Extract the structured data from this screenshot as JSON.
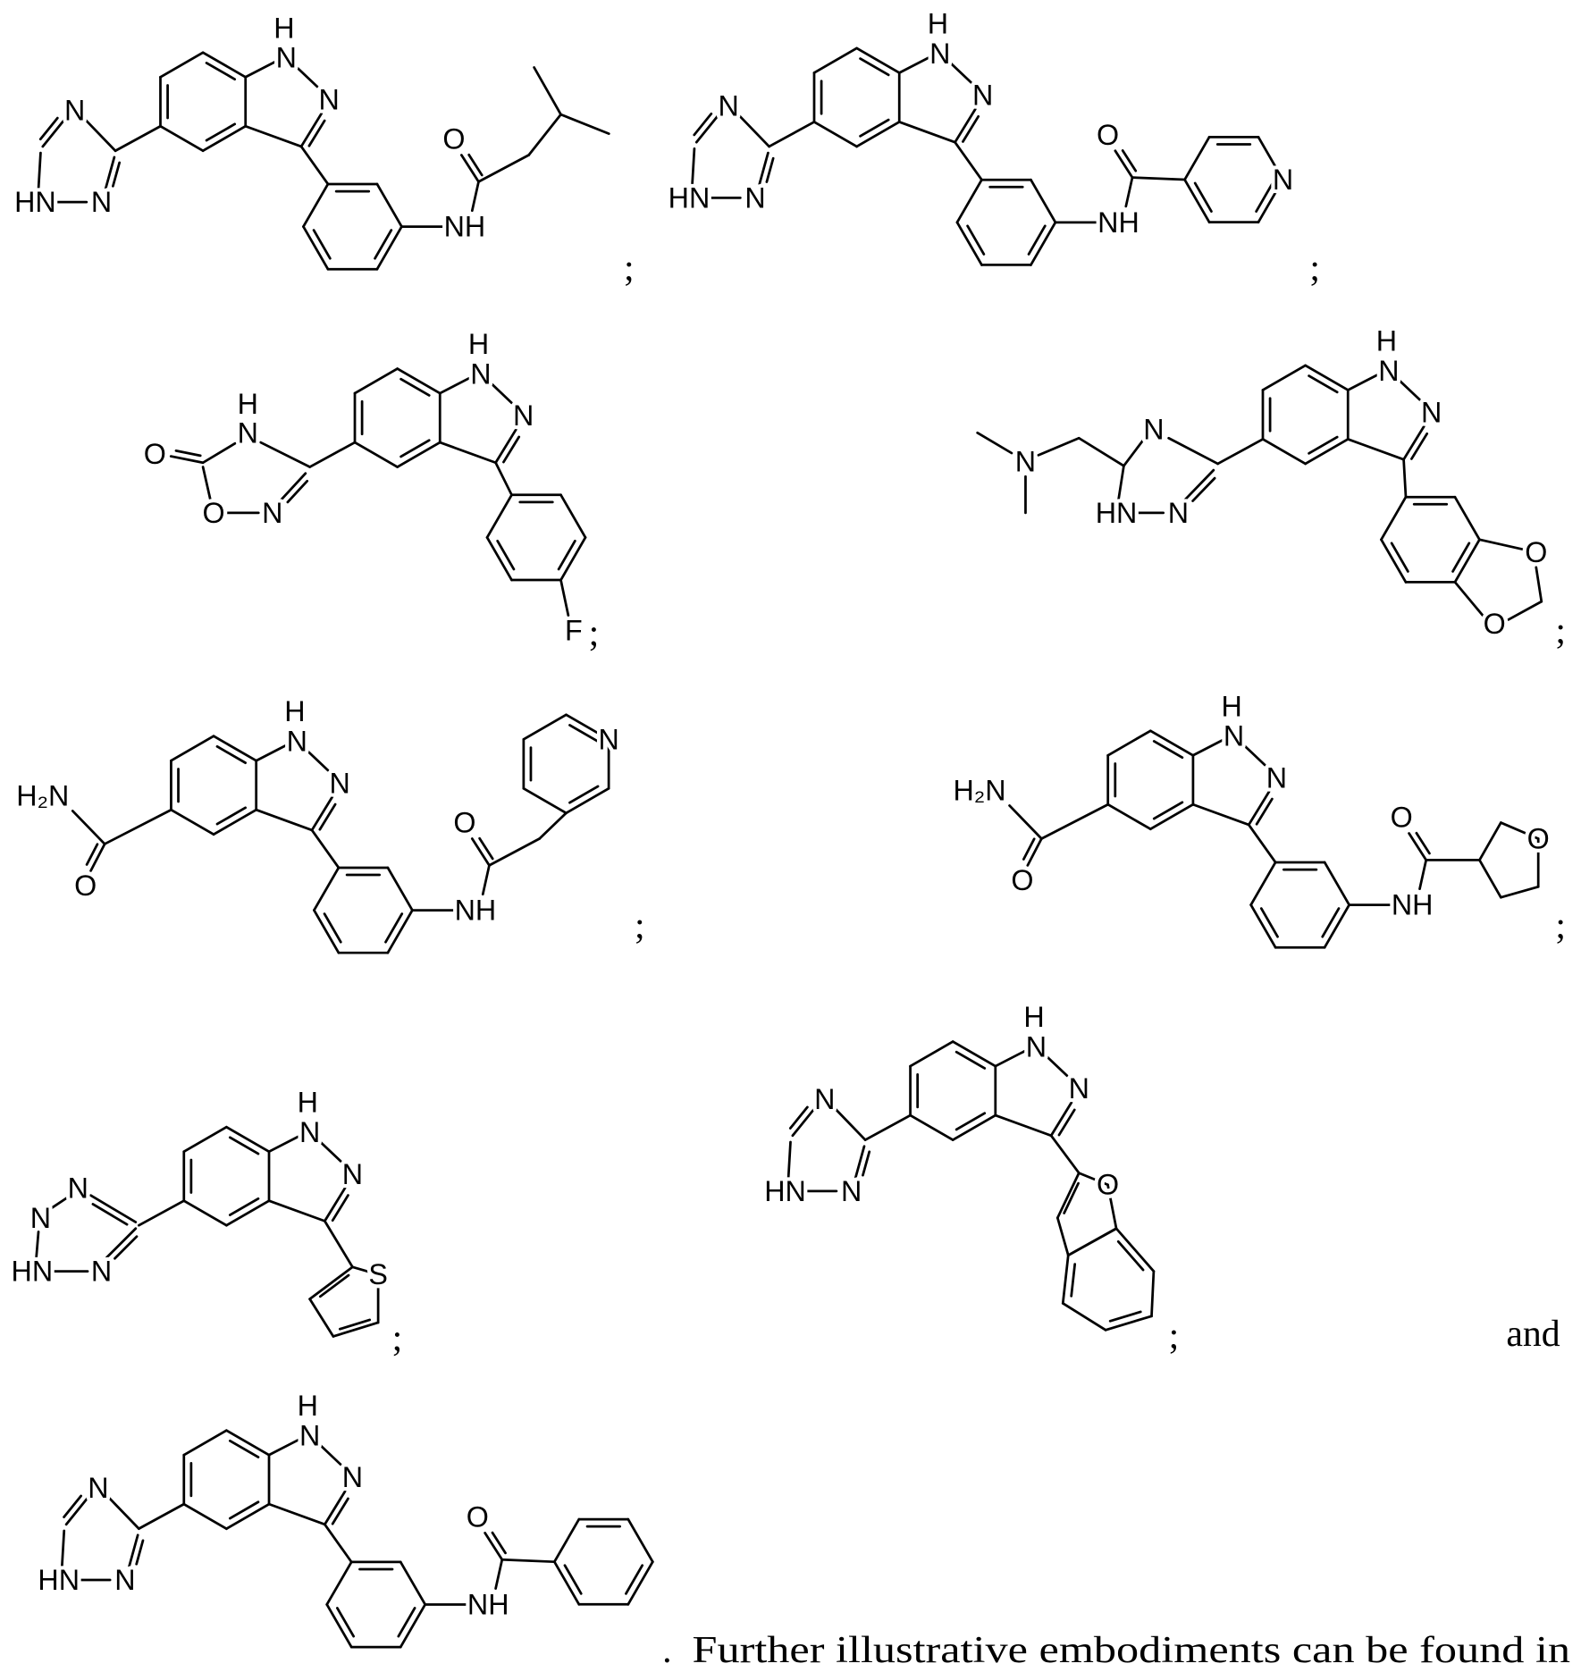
{
  "document": {
    "conjunction": "and",
    "closing_period": ".",
    "closing_text": "Further illustrative embodiments can be found in"
  },
  "compounds": [
    {
      "separator": ";",
      "atoms": [
        "H",
        "N",
        "N",
        "N",
        "HN",
        "N",
        "NH",
        "O"
      ]
    },
    {
      "separator": ";",
      "atoms": [
        "H",
        "N",
        "N",
        "N",
        "HN",
        "N",
        "NH",
        "O",
        "N"
      ]
    },
    {
      "separator": ";",
      "atoms": [
        "H",
        "N",
        "N",
        "H",
        "N",
        "O",
        "O",
        "N",
        "F"
      ]
    },
    {
      "separator": ";",
      "atoms": [
        "H",
        "N",
        "N",
        "N",
        "HN",
        "N",
        "N",
        "O",
        "O"
      ]
    },
    {
      "separator": ";",
      "atoms": [
        "H",
        "N",
        "N",
        "H₂N",
        "O",
        "NH",
        "O",
        "N"
      ]
    },
    {
      "separator": ";",
      "atoms": [
        "H",
        "N",
        "N",
        "H₂N",
        "O",
        "NH",
        "O",
        "O"
      ]
    },
    {
      "separator": ";",
      "atoms": [
        "H",
        "N",
        "N",
        "N",
        "N",
        "HN",
        "N",
        "S"
      ]
    },
    {
      "separator": ";",
      "atoms": [
        "H",
        "N",
        "N",
        "N",
        "HN",
        "N",
        "O"
      ]
    },
    {
      "separator": "",
      "atoms": [
        "H",
        "N",
        "N",
        "N",
        "HN",
        "N",
        "NH",
        "O"
      ]
    }
  ]
}
